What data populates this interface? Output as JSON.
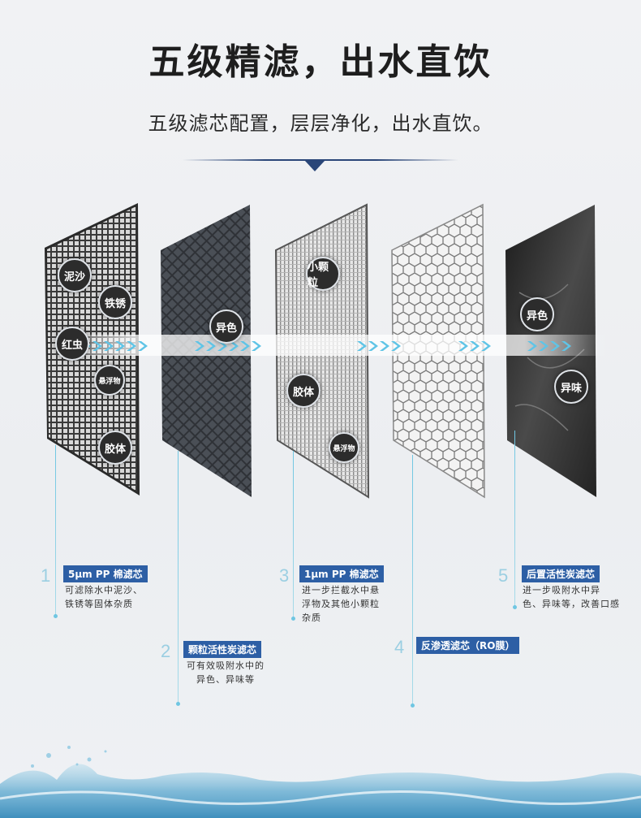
{
  "header": {
    "title": "五级精滤，出水直饮",
    "subtitle": "五级滤芯配置，层层净化，出水直饮。"
  },
  "badges": {
    "mud": "泥沙",
    "rust": "铁锈",
    "red_worm": "红虫",
    "suspended_1": "悬浮物",
    "colloid_1": "胶体",
    "odd_color_1": "异色",
    "small_particle": "小颗粒",
    "colloid_2": "胶体",
    "suspended_2": "悬浮物",
    "odd_color_2": "异色",
    "odd_taste": "异味"
  },
  "stages": [
    {
      "number": "1",
      "name": "5μm PP 棉滤芯",
      "desc": [
        "可滤除水中泥沙、",
        "铁锈等固体杂质"
      ]
    },
    {
      "number": "2",
      "name": "颗粒活性炭滤芯",
      "desc": [
        "可有效吸附水中的",
        "异色、异味等"
      ]
    },
    {
      "number": "3",
      "name": "1μm PP 棉滤芯",
      "desc": [
        "进一步拦截水中悬",
        "浮物及其他小颗粒",
        "杂质"
      ]
    },
    {
      "number": "4",
      "name": "反渗透滤芯（RO膜）",
      "desc": []
    },
    {
      "number": "5",
      "name": "后置活性炭滤芯",
      "desc": [
        "进一步吸附水中异",
        "色、异味等，改善口感"
      ]
    }
  ],
  "colors": {
    "accent_blue": "#2d5fa5",
    "line_cyan": "#6fc6e2",
    "divider": "#2a4678"
  }
}
